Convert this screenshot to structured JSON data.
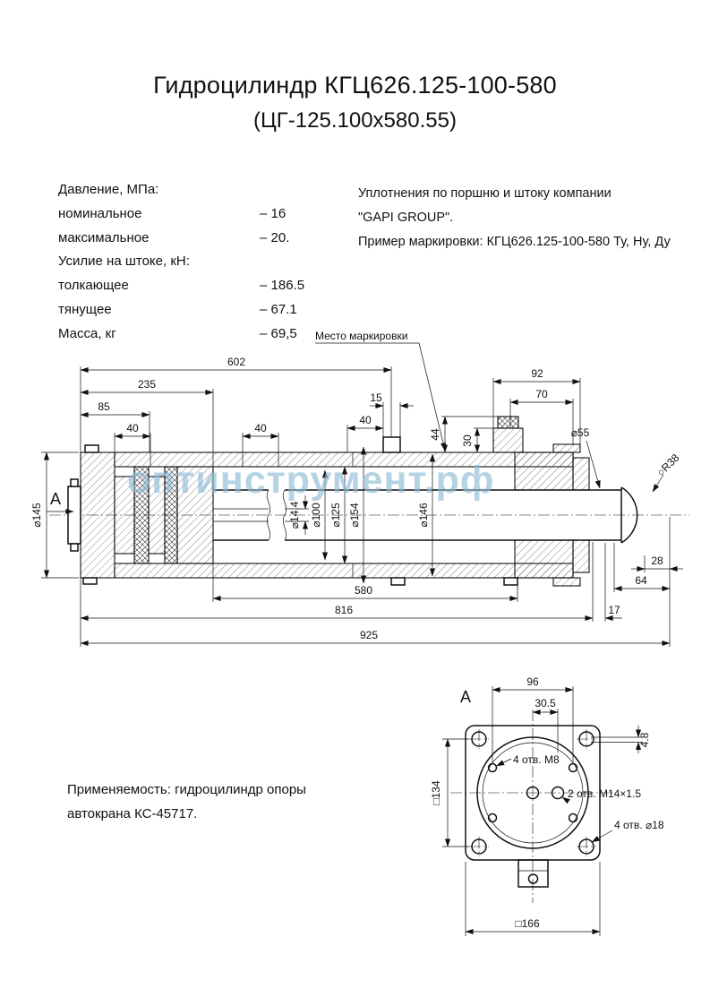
{
  "title": {
    "line1": "Гидроцилиндр КГЦ626.125-100-580",
    "line2": "(ЦГ-125.100х580.55)"
  },
  "specs": {
    "rows": [
      {
        "label": "Давление, МПа:",
        "value": ""
      },
      {
        "label": "номинальное",
        "value": "– 16"
      },
      {
        "label": "максимальное",
        "value": "– 20."
      },
      {
        "label": "Усилие на штоке, кН:",
        "value": ""
      },
      {
        "label": "толкающее",
        "value": "– 186.5"
      },
      {
        "label": "тянущее",
        "value": "– 67.1"
      },
      {
        "label": "Масса, кг",
        "value": "– 69,5"
      }
    ]
  },
  "notes": {
    "line1": "Уплотнения по поршню и штоку компании",
    "line2": "\"GAPI GROUP\".",
    "line3": "Пример маркировки: КГЦ626.125-100-580 Ту, Ну, Ду"
  },
  "marking_label": "Место маркировки",
  "application": {
    "line1": "Применяемость: гидроцилиндр опоры",
    "line2": "автокрана КС-45717."
  },
  "watermark": "оптинструмент.рф",
  "main_view": {
    "view_label": "A",
    "dims": {
      "d602": "602",
      "d235": "235",
      "d85": "85",
      "d40a": "40",
      "d40b": "40",
      "d40c": "40",
      "d15": "15",
      "d44": "44",
      "d92": "92",
      "d70": "70",
      "d30": "30",
      "d55": "⌀55",
      "r38": "○R38",
      "d145": "⌀145",
      "d14_4": "⌀14.4",
      "d100": "⌀100",
      "d125": "⌀125",
      "d154": "⌀154",
      "d146": "⌀146",
      "d28": "28",
      "d64": "64",
      "d580": "580",
      "d816": "816",
      "d17": "17",
      "d925": "925"
    }
  },
  "view_a": {
    "label": "A",
    "dims": {
      "d96": "96",
      "d30_5": "30.5",
      "d4_8": "4.8",
      "sq134": "□134",
      "sq166": "□166",
      "holes_m8": "4 отв. М8",
      "holes_m14": "2 отв. М14×1.5",
      "holes_18": "4 отв. ⌀18"
    }
  },
  "colors": {
    "line": "#111111",
    "watermark": "#8dbcd4"
  }
}
